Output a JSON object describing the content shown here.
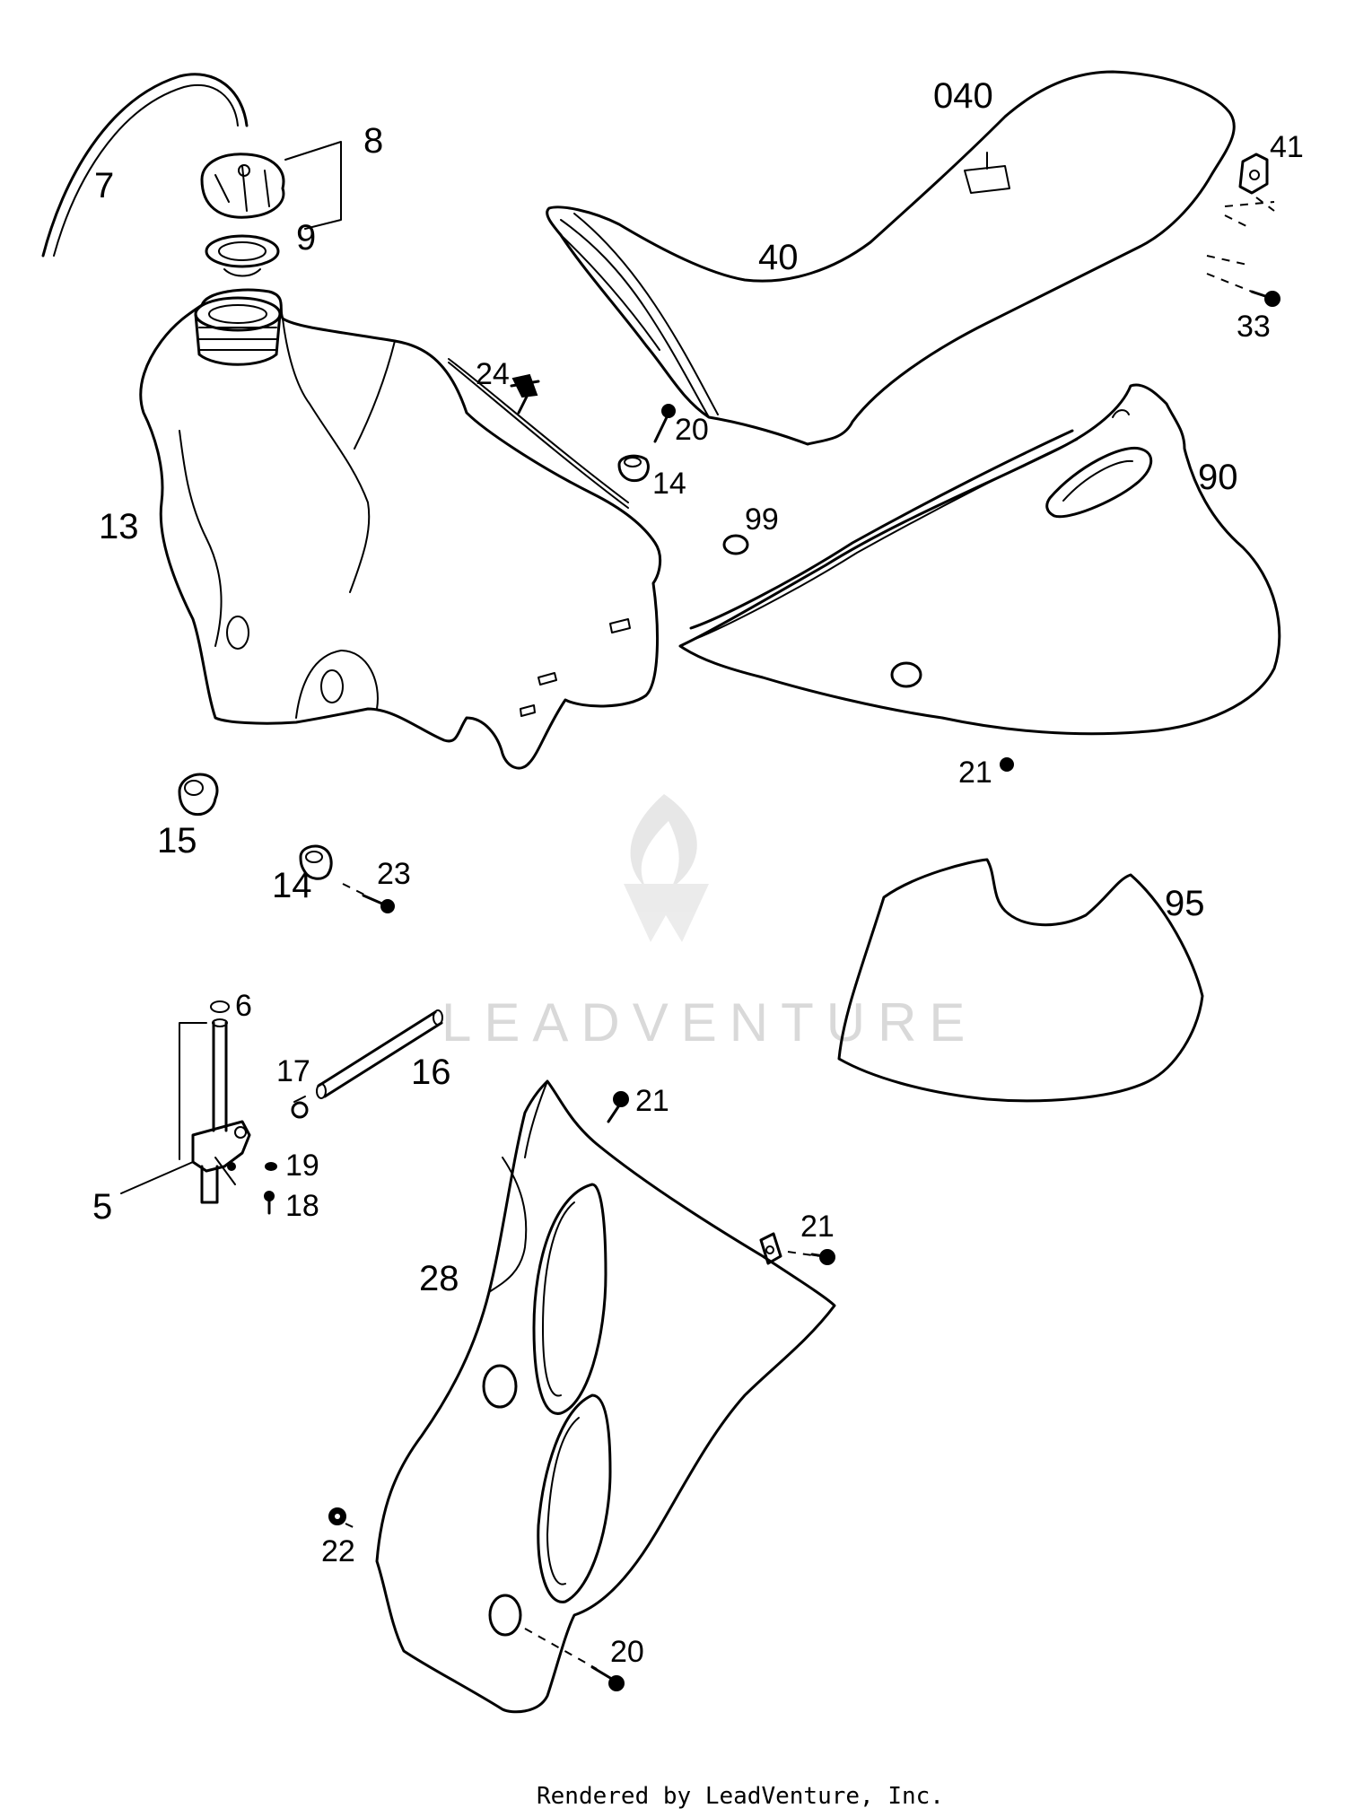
{
  "parts": {
    "p7": "7",
    "p8": "8",
    "p9": "9",
    "p13": "13",
    "p15": "15",
    "p14a": "14",
    "p23": "23",
    "p24": "24",
    "p20a": "20",
    "p14b": "14",
    "p99": "99",
    "p040": "040",
    "p40": "40",
    "p41": "41",
    "p33": "33",
    "p90": "90",
    "p21a": "21",
    "p95": "95",
    "p6": "6",
    "p5": "5",
    "p17": "17",
    "p16": "16",
    "p19": "19",
    "p18": "18",
    "p21b": "21",
    "p21c": "21",
    "p28": "28",
    "p22": "22",
    "p20b": "20"
  },
  "watermark": "LEADVENTURE",
  "footer": "Rendered by LeadVenture, Inc."
}
